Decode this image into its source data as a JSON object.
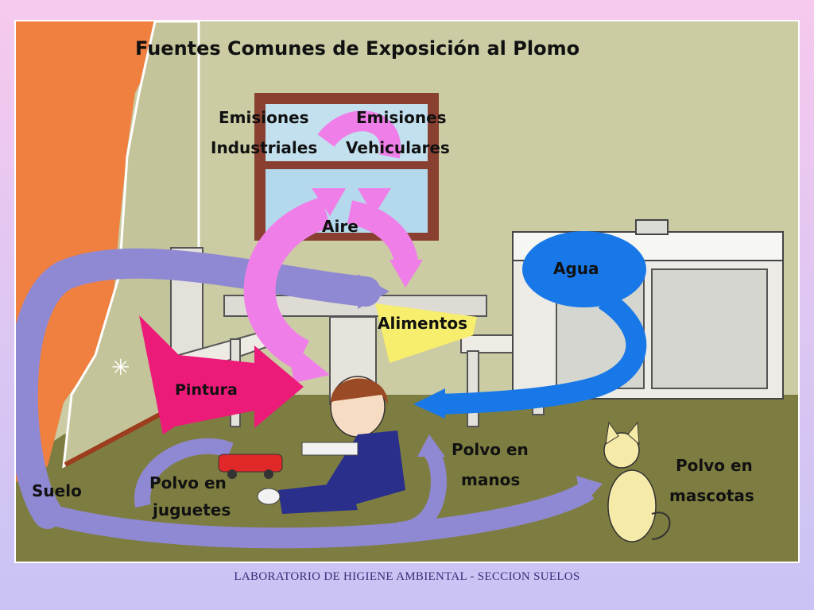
{
  "diagram": {
    "title": "Fuentes Comunes de Exposición al Plomo",
    "labels": {
      "emisiones_industriales_1": "Emisiones",
      "emisiones_industriales_2": "Industriales",
      "emisiones_vehiculares_1": "Emisiones",
      "emisiones_vehiculares_2": "Vehiculares",
      "aire": "Aire",
      "agua": "Agua",
      "alimentos": "Alimentos",
      "pintura": "Pintura",
      "suelo": "Suelo",
      "polvo_juguetes_1": "Polvo en",
      "polvo_juguetes_2": "juguetes",
      "polvo_manos_1": "Polvo en",
      "polvo_manos_2": "manos",
      "polvo_mascotas_1": "Polvo en",
      "polvo_mascotas_2": "mascotas"
    },
    "colors": {
      "wall": "#cbcba4",
      "floor": "#7d7d41",
      "door": "#f08040",
      "aire_arrow": "#f07ee8",
      "agua_arrow": "#1878e8",
      "pintura_arrow": "#ec1a78",
      "alimentos_arrow": "#f6ee6c",
      "suelo_arrow": "#8f88d2"
    }
  },
  "footer": {
    "text": "LABORATORIO DE HIGIENE AMBIENTAL - SECCION SUELOS"
  }
}
